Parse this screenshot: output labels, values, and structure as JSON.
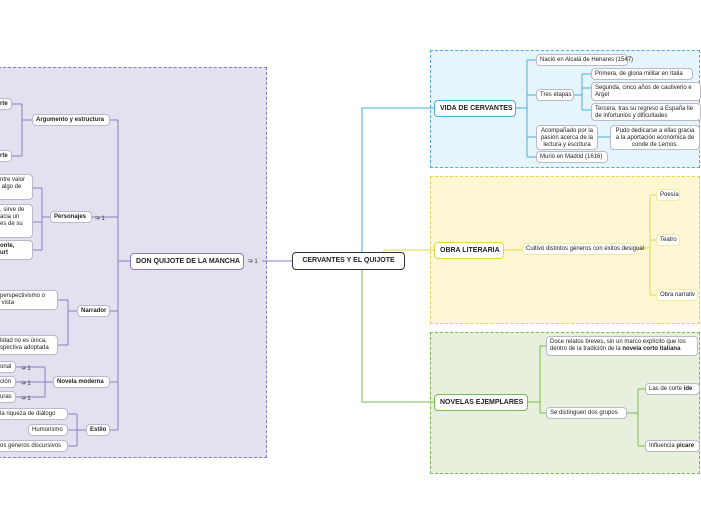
{
  "central": "CERVANTES Y EL QUIJOTE",
  "colors": {
    "purple_fill": "#e5e0f0",
    "purple_line": "#8a7cc4",
    "blue_fill": "#e6f4fb",
    "blue_line": "#4aaede",
    "yellow_fill": "#fdf8d3",
    "yellow_line": "#e8d64a",
    "green_fill": "#e7f0dc",
    "green_line": "#7dba4d"
  },
  "quijote": {
    "title": "DON QUIJOTE DE LA MANCHA",
    "badge": "1",
    "argumento": "Argumento y estructura",
    "argumento_items": [
      "rte",
      "rte"
    ],
    "personajes": "Personajes",
    "personajes_badge": "1",
    "personajes_items": [
      "ntre valor\n algo de",
      ", sirve de\nacia un\nes de su",
      "onte,\nurt"
    ],
    "narrador": "Narrador",
    "narrador_items": [
      "perspectivismo o\n vista",
      "lidad no es única,\nspectiva adoptada"
    ],
    "novela_moderna": "Novela moderna",
    "novela_items": [
      "onal",
      "ción",
      "uras"
    ],
    "novela_badges": [
      "1",
      "1",
      "1"
    ],
    "estilo": "Estilo",
    "estilo_items": [
      "la riqueza de diálogo",
      "Humorismo",
      "os géneros discursivos"
    ]
  },
  "vida": {
    "title": "VIDA DE CERVANTES",
    "nacio": "Nació en Alcalá de Henares (1547)",
    "tres_etapas": "Tres etapas",
    "etapas": [
      "Primera, de gloria militar en Italia",
      "Segunda, cinco años de cautiverio e\nArgel",
      "Tercera, tras su regreso a España lle\nde infortunios y dificultades"
    ],
    "acompanado": "Acompañado por la\npasión acerca de la\nlectura y escritura",
    "pudo": "Pudo dedicarse a ellas gracia\na la aportación económica de\nconde de Lemos.",
    "murio": "Murió en Madrid (1616)"
  },
  "obra": {
    "title": "OBRA LITERARIA",
    "cultivo": "Cultivó distintos géneros con éxitos desigual",
    "items": [
      "Poesía",
      "Teatro",
      "Obra narrativ"
    ]
  },
  "novelas": {
    "title": "NOVELAS EJEMPLARES",
    "doce_line1": "Doce relatos breves, sin un marco explícito que los",
    "doce_line2_a": "dentro de la tradición de la ",
    "doce_line2_b": "novela corto italiana",
    "distinguen": "Se distinguen dos grupos",
    "corte_a": "Las de corte ",
    "corte_b": "ide",
    "influencia_a": "Influencia ",
    "influencia_b": "picare"
  }
}
